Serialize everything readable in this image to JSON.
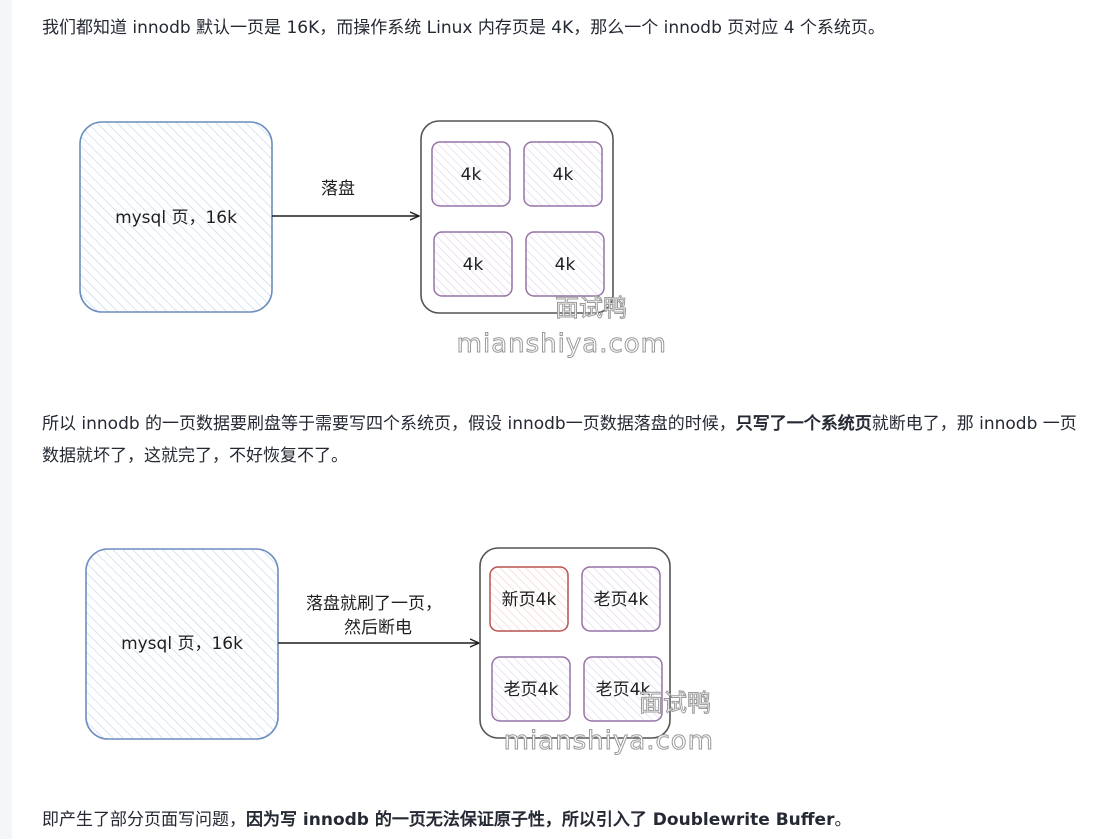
{
  "paragraphs": {
    "p1": "我们都知道 innodb 默认一页是 16K，而操作系统 Linux 内存页是 4K，那么一个 innodb 页对应 4 个系统页。",
    "p2_before": "所以 innodb 的一页数据要刷盘等于需要写四个系统页，假设 innodb一页数据落盘的时候，",
    "p2_bold": "只写了一个系统页",
    "p2_after": "就断电了，那 innodb 一页数据就坏了，这就完了，不好恢复不了。",
    "p3_before": "即产生了部分页面写问题，",
    "p3_bold": "因为写 innodb 的一页无法保证原子性，所以引入了 Doublewrite Buffer",
    "p3_after": "。"
  },
  "diagram1": {
    "source_label": "mysql 页，16k",
    "arrow_label": "落盘",
    "cells": [
      "4k",
      "4k",
      "4k",
      "4k"
    ],
    "watermark_cn": "面试鸭",
    "watermark_en": "mianshiya.com"
  },
  "diagram2": {
    "source_label": "mysql 页，16k",
    "arrow_label_line1": "落盘就刷了一页，",
    "arrow_label_line2": "然后断电",
    "cells": [
      "新页4k",
      "老页4k",
      "老页4k",
      "老页4k"
    ],
    "watermark_cn": "面试鸭",
    "watermark_en": "mianshiya.com"
  },
  "colors": {
    "source_box": "#6c8ebf",
    "cell_box": "#9673a6",
    "new_cell_box": "#b85450",
    "container": "#555555"
  }
}
